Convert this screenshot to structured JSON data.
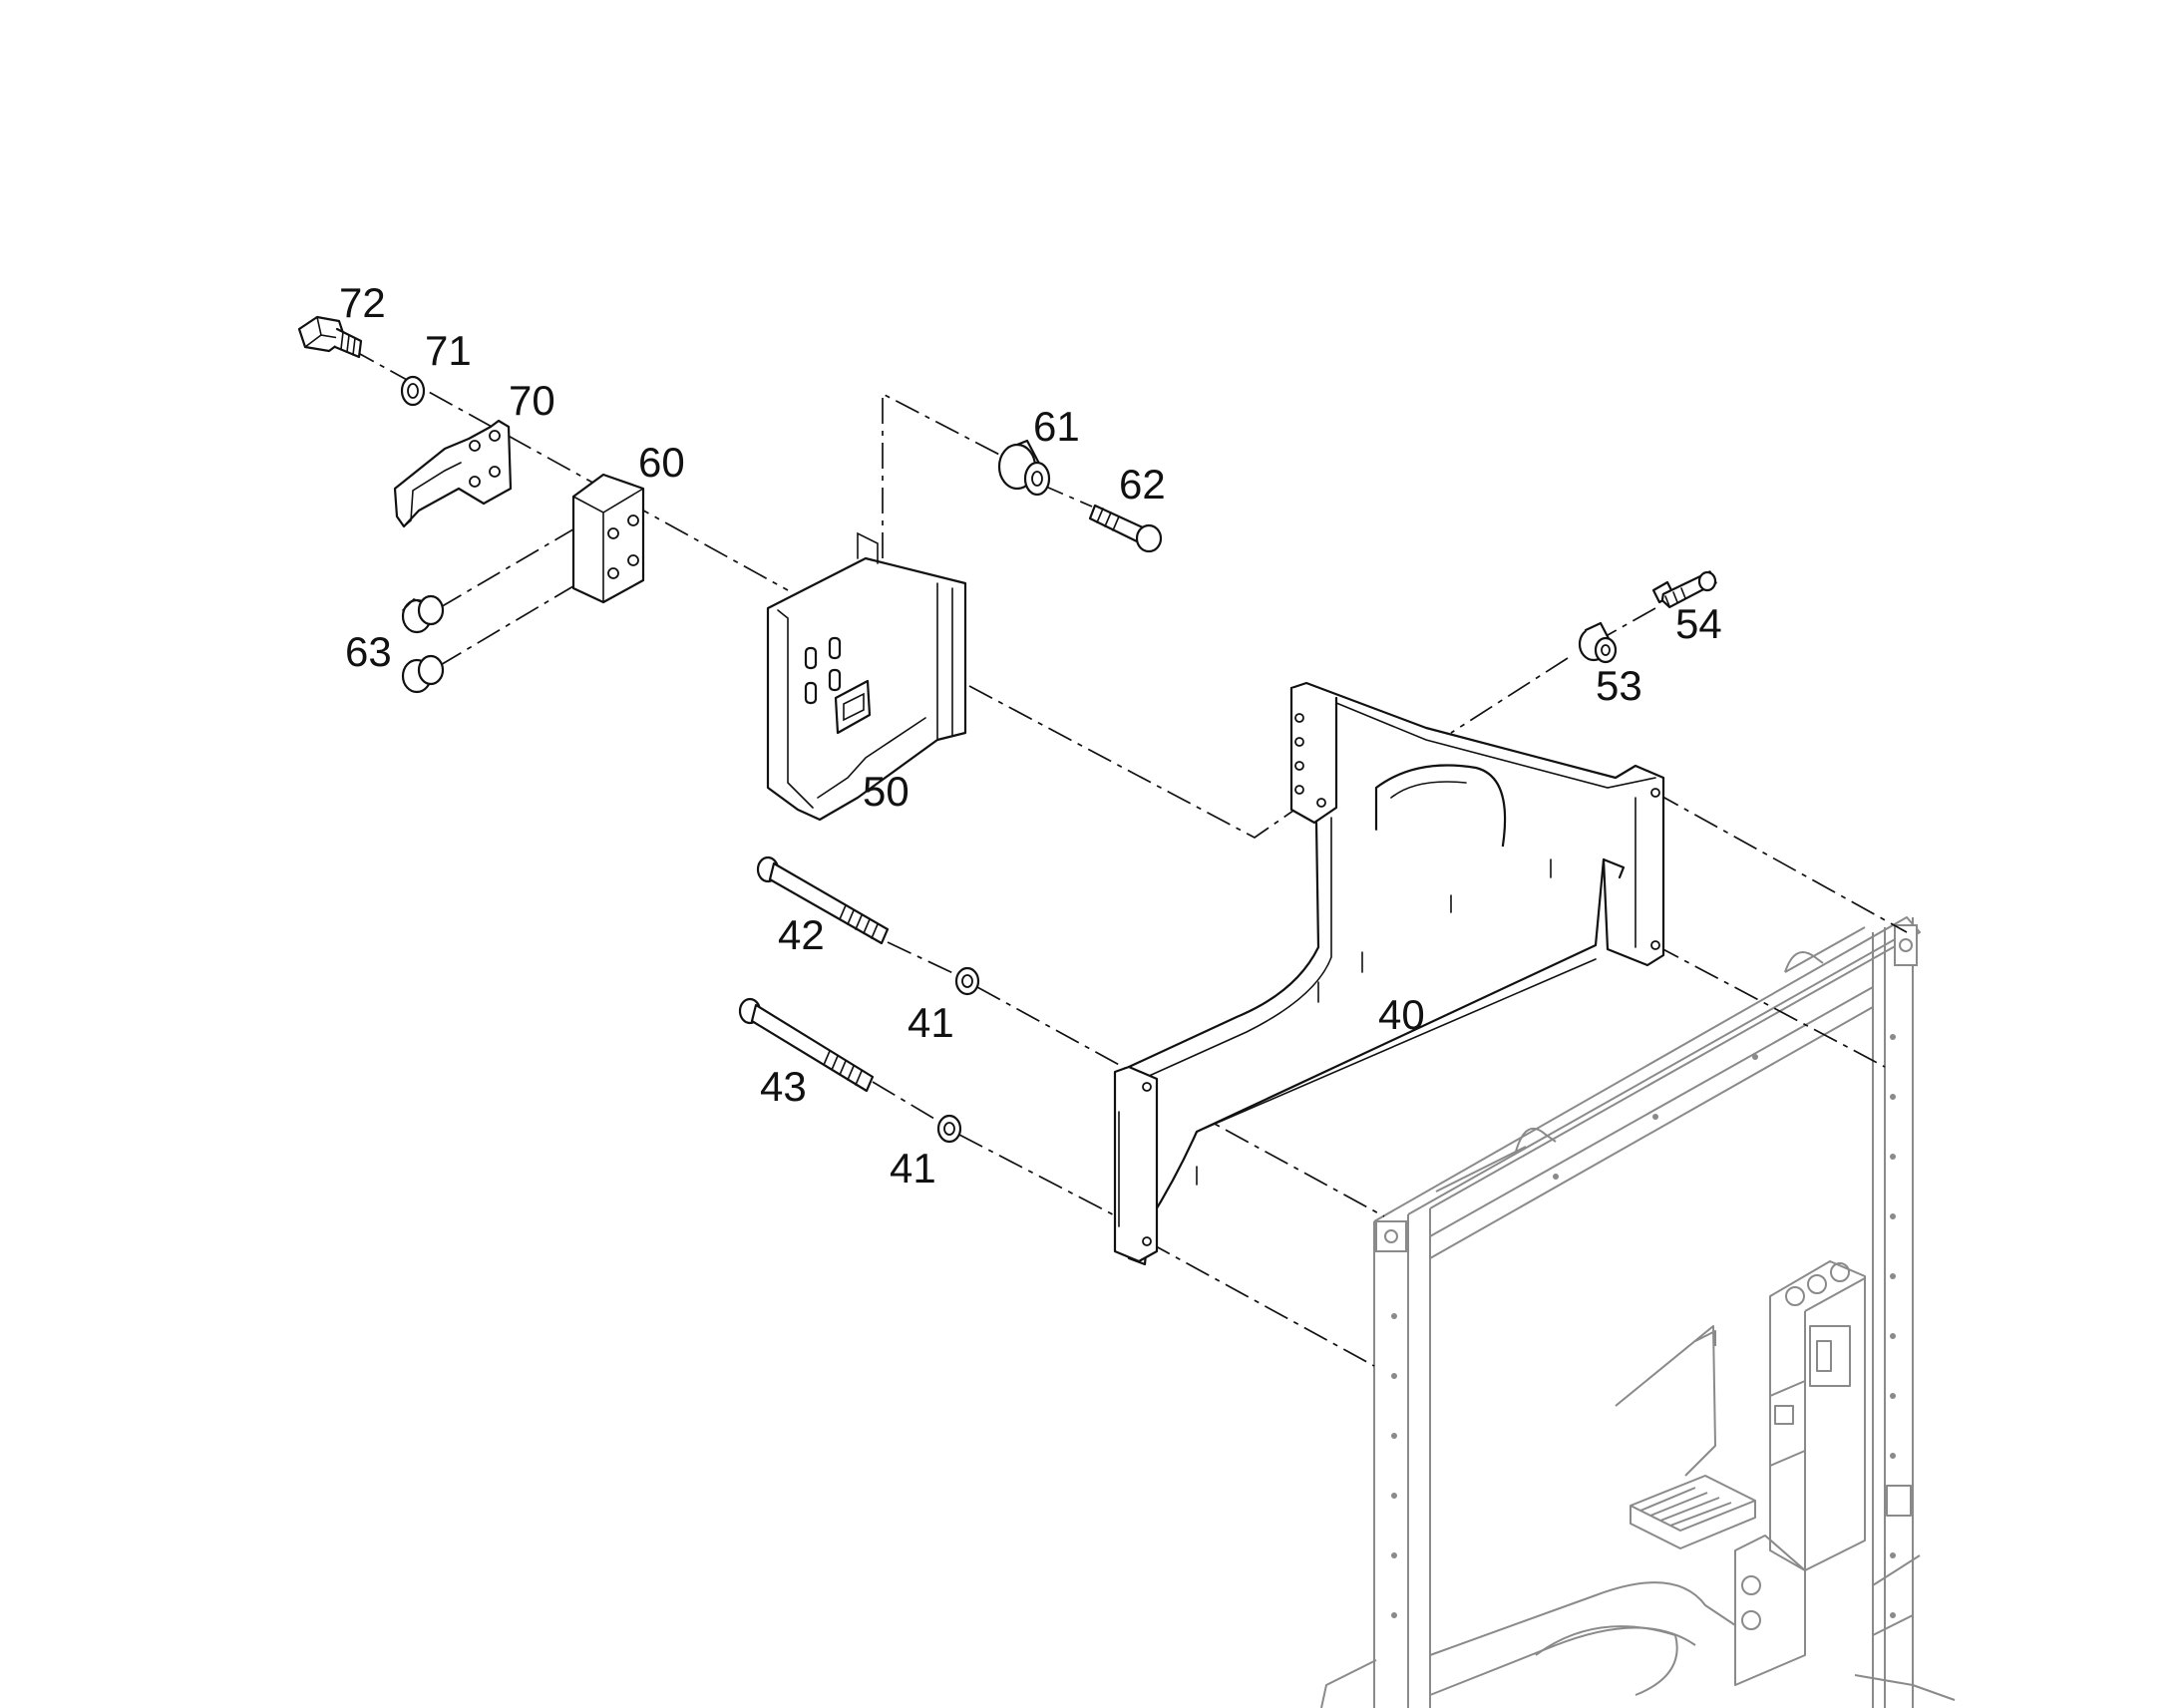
{
  "callouts": {
    "p72": "72",
    "p71": "71",
    "p70": "70",
    "p60": "60",
    "p63": "63",
    "p61": "61",
    "p62": "62",
    "p50": "50",
    "p54": "54",
    "p53": "53",
    "p42": "42",
    "p41a": "41",
    "p40": "40",
    "p43": "43",
    "p41b": "41"
  },
  "colors": {
    "line": "#111111",
    "frame": "#8a8a8a",
    "background": "#ffffff"
  }
}
